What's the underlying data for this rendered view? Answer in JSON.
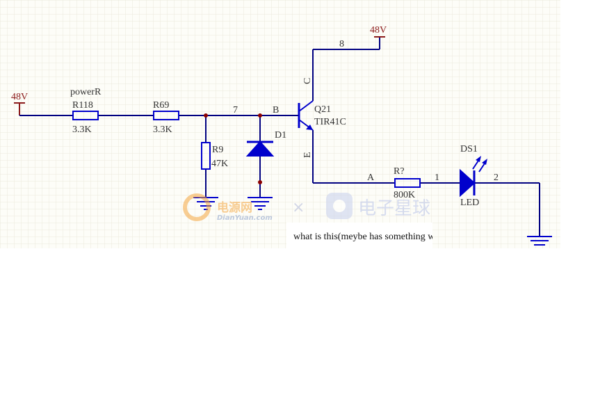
{
  "colors": {
    "wire": "#000080",
    "component": "#0000cc",
    "designator": "#8b1a1a",
    "junction": "#8b0000",
    "grid": "#ece9dc"
  },
  "power": {
    "left": "48V",
    "top": "48V"
  },
  "net_labels": {
    "n7": "7",
    "n8": "8",
    "n1": "1",
    "n2": "2"
  },
  "components": {
    "r118": {
      "name": "powerR",
      "designator": "R118",
      "value": "3.3K"
    },
    "r69": {
      "designator": "R69",
      "value": "3.3K"
    },
    "r9": {
      "designator": "R9",
      "value": "47K"
    },
    "d1": {
      "designator": "D1"
    },
    "q21": {
      "designator": "Q21",
      "value": "TIR41C",
      "pin_b": "B",
      "pin_c": "C",
      "pin_e": "E"
    },
    "rq": {
      "designator": "R?",
      "value": "800K",
      "pin_a": "A"
    },
    "ds1": {
      "designator": "DS1",
      "value": "LED"
    }
  },
  "watermark": {
    "brand1": "电源网",
    "brand1_sub": "DianYuan.com",
    "separator": "×",
    "brand2": "电子星球"
  },
  "note": {
    "text": "what is this(meybe has something with DC-DC"
  }
}
